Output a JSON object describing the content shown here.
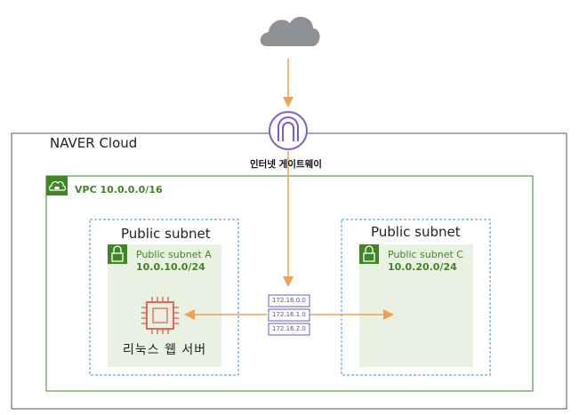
{
  "cloud_provider": {
    "title": "NAVER Cloud"
  },
  "internet_gateway": {
    "label": "인터넷 게이트웨이"
  },
  "vpc": {
    "label": "VPC 10.0.0.0/16"
  },
  "subnets": [
    {
      "title": "Public subnet",
      "name": "Public subnet A",
      "cidr": "10.0.10.0/24"
    },
    {
      "title": "Public subnet",
      "name": "Public subnet C",
      "cidr": "10.0.20.0/24"
    }
  ],
  "server": {
    "label": "리눅스 웹 서버"
  },
  "route_table": {
    "entries": [
      "172.16.0.0",
      "172.16.1.0",
      "172.16.2.0"
    ]
  },
  "colors": {
    "internet_cloud": "#8e9196",
    "gateway": "#7b5ed0",
    "vpc": "#3f8624",
    "subnet_border": "#4a8ec9",
    "subnet_fill": "#e9f1e3",
    "arrow": "#f0a24c",
    "server": "#e25c4a",
    "route_table": "#6a5acd"
  },
  "icons": [
    "cloud-icon",
    "internet-gateway-icon",
    "vpc-cloud-lock-icon",
    "subnet-lock-icon",
    "server-chip-icon",
    "route-table-icon"
  ]
}
